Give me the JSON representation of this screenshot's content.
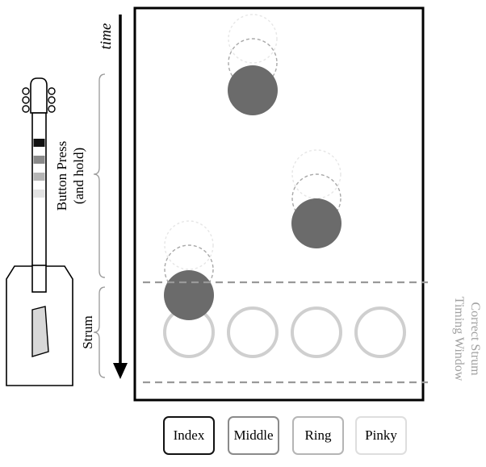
{
  "labels": {
    "time": "time",
    "button_press_line1": "Button Press",
    "button_press_line2": "(and hold)",
    "strum": "Strum",
    "strum_window_line1": "Correct Strum",
    "strum_window_line2": "Timing Window"
  },
  "fingers": [
    {
      "name": "index",
      "label": "Index",
      "color": "#111111"
    },
    {
      "name": "middle",
      "label": "Middle",
      "color": "#8a8a8a"
    },
    {
      "name": "ring",
      "label": "Ring",
      "color": "#b5b5b5"
    },
    {
      "name": "pinky",
      "label": "Pinky",
      "color": "#dedede"
    }
  ],
  "colors": {
    "note_fill": "#6b6b6b",
    "target_ring": "#cfcfcf",
    "dashed_line": "#999999",
    "window_label": "#a0a0a0",
    "frame": "#000000"
  }
}
